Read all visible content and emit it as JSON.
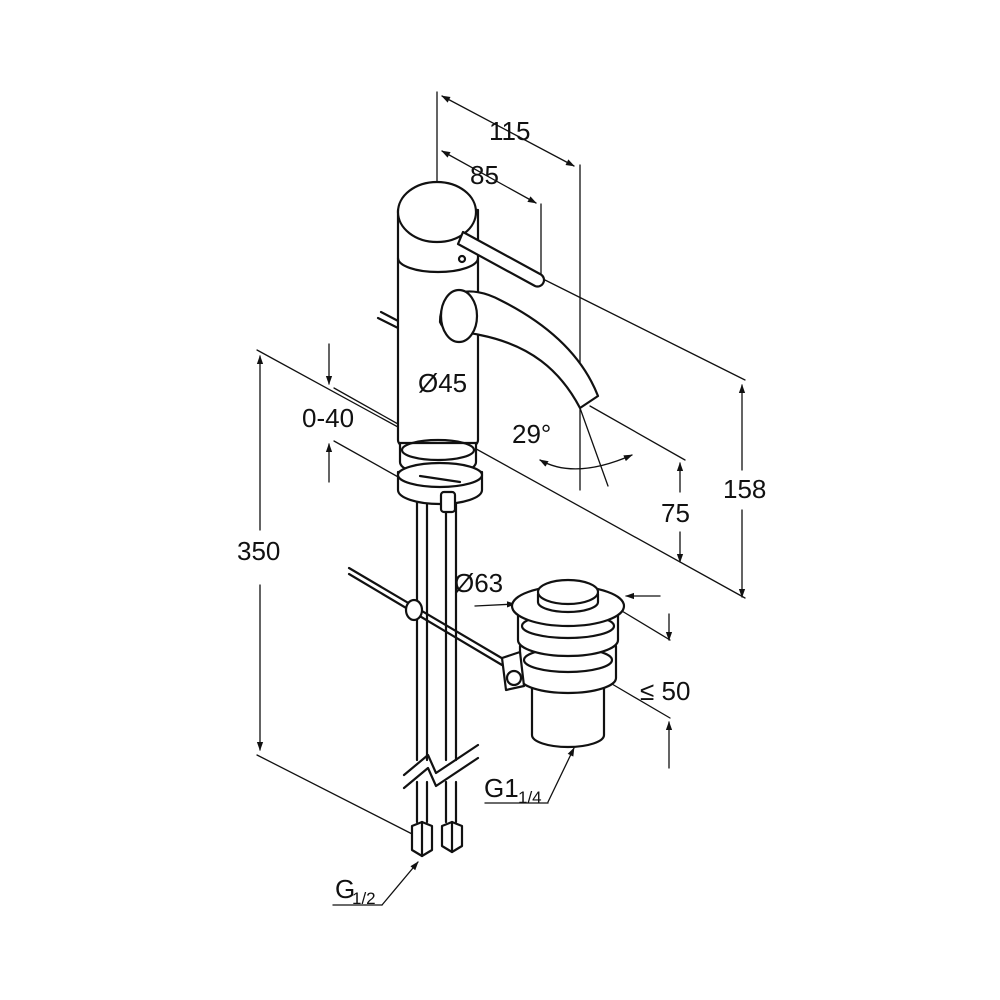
{
  "dimensions": {
    "width_115": "115",
    "width_85": "85",
    "diameter_45": "Ø45",
    "range_0_40": "0-40",
    "angle_29": "29°",
    "height_350": "350",
    "height_158": "158",
    "height_75": "75",
    "diameter_63": "Ø63",
    "max_50": "≤ 50"
  },
  "threads": {
    "waste_main": "G1",
    "waste_sub": "1/4",
    "supply_main": "G",
    "supply_sub": "1/2"
  },
  "colors": {
    "line": "#111111",
    "background": "#ffffff"
  }
}
